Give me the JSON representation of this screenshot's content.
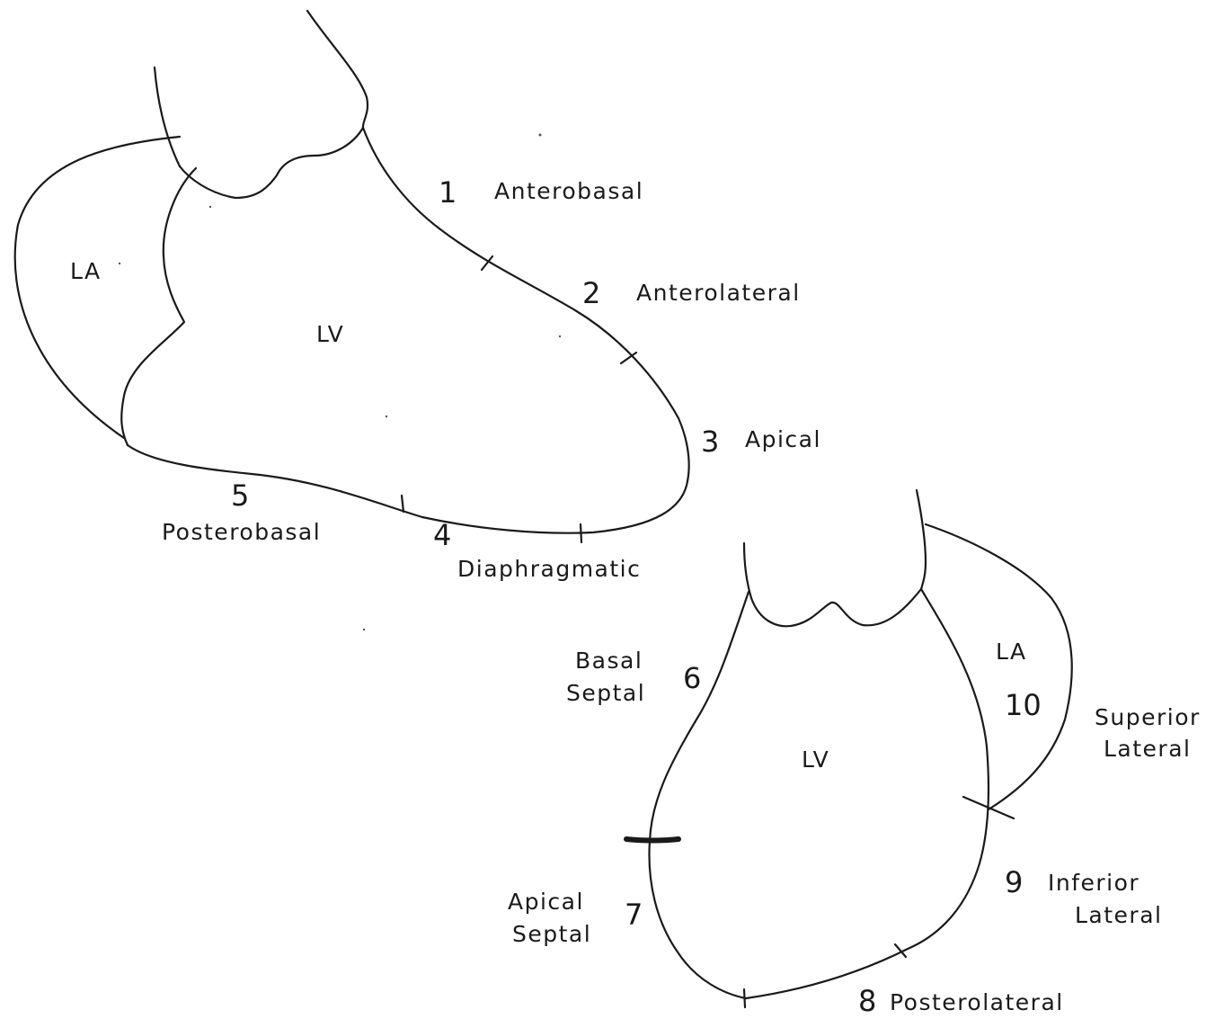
{
  "view1": {
    "chambers": {
      "la": "LA",
      "lv": "LV"
    },
    "segments": [
      {
        "num": "1",
        "name": "Anterobasal"
      },
      {
        "num": "2",
        "name": "Anterolateral"
      },
      {
        "num": "3",
        "name": "Apical"
      },
      {
        "num": "4",
        "name": "Diaphragmatic"
      },
      {
        "num": "5",
        "name": "Posterobasal"
      }
    ]
  },
  "view2": {
    "chambers": {
      "la": "LA",
      "lv": "LV"
    },
    "segments": [
      {
        "num": "6",
        "line1": "Basal",
        "line2": "Septal"
      },
      {
        "num": "7",
        "line1": "Apical",
        "line2": "Septal"
      },
      {
        "num": "8",
        "name": "Posterolateral"
      },
      {
        "num": "9",
        "line1": "Inferior",
        "line2": "Lateral"
      },
      {
        "num": "10",
        "line1": "Superior",
        "line2": "Lateral"
      }
    ]
  }
}
